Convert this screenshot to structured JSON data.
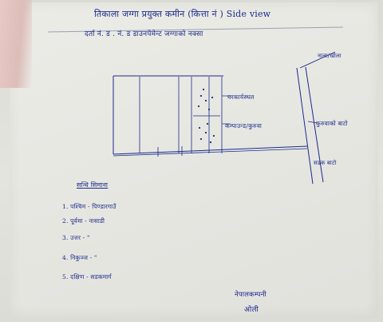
{
  "document": {
    "heading_line_1": "तिकाला जग्गा प्रयुक्त कमीन (कित्ता नं ) Side view",
    "heading_line_2": "दर्ता नं. ड . नं. ड डाउनपेमेन्ट जग्गाको नक्सा"
  },
  "map_labels": {
    "gate_text": "घरकार्यस्थल",
    "kurvar_left": "कम्पाउन्ड/कुरुवा",
    "kurvar_right": "कुरुवाको बाटो",
    "nala": "नाला/खोला",
    "road": "सडक बाटो"
  },
  "legend": {
    "title": "सन्धि सिमाना",
    "rows": [
      "1. पश्चिम - पिण्डारगाउँ",
      "2. पूर्वमा - नासाडी",
      "3. उत्तर - \"",
      "4. निकुञ्ज - \"",
      "5. दक्षिण - सडकमार्ग"
    ]
  },
  "signature": {
    "line1": "नेपालकम्पनी",
    "line2": "ओली"
  }
}
